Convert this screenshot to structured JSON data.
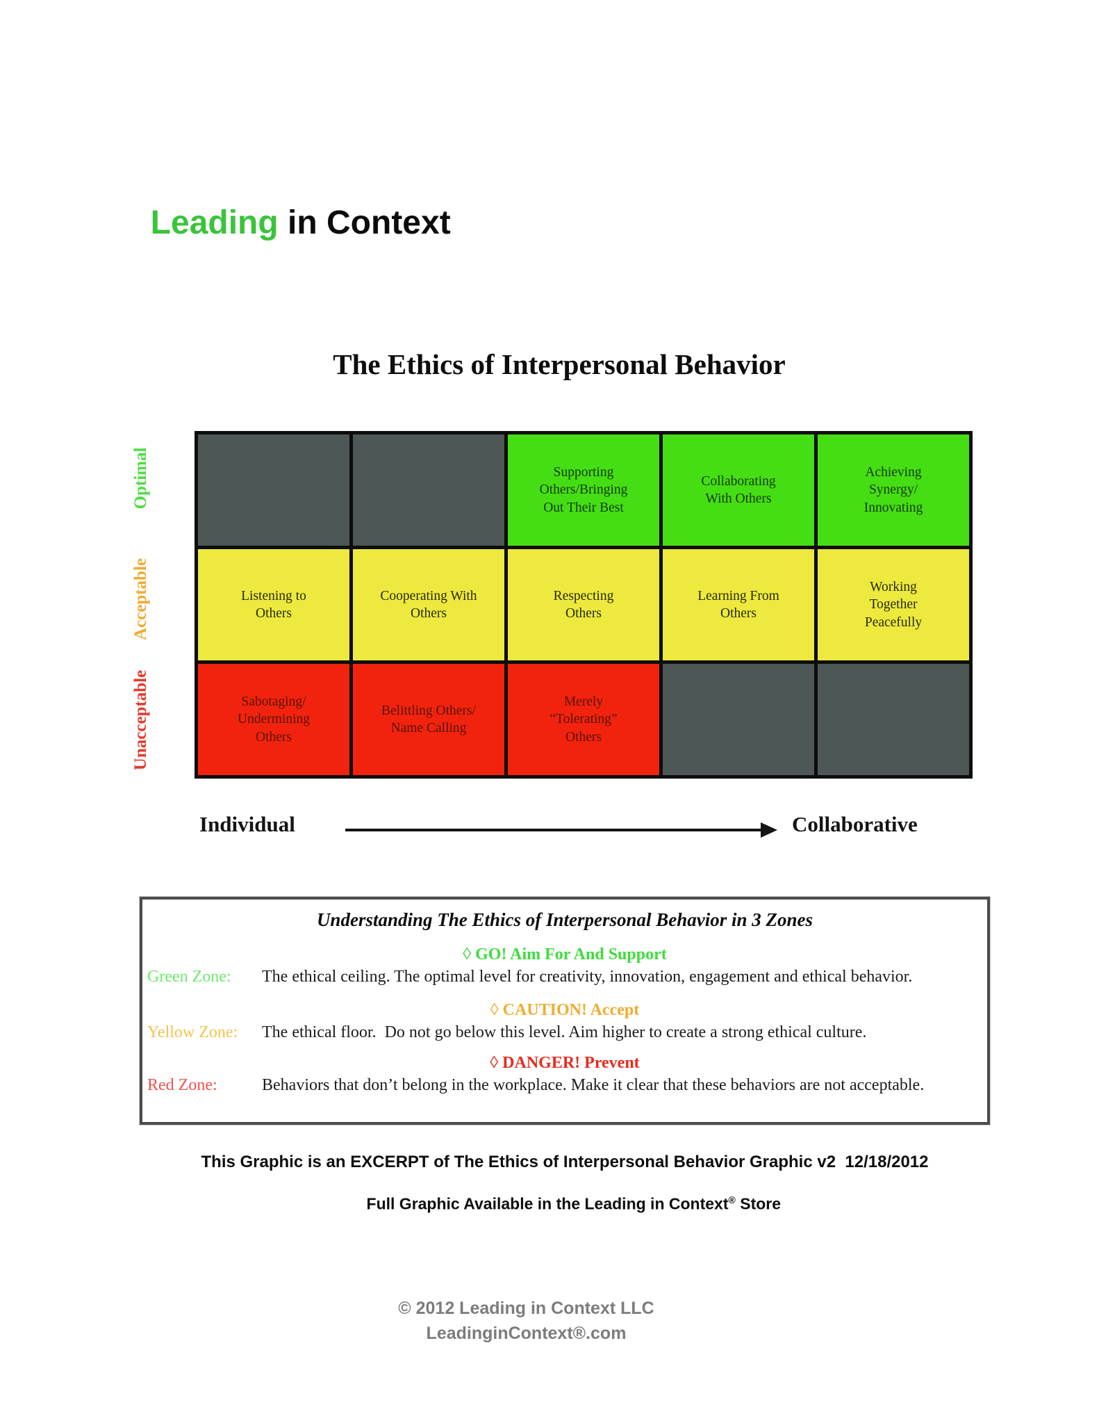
{
  "logo": {
    "part1": "Leading",
    "part2": " in Context"
  },
  "title": "The Ethics of Interpersonal Behavior",
  "y_axis": {
    "optimal": {
      "text": "Optimal",
      "color": "#4fdd44"
    },
    "acceptable": {
      "text": "Acceptable",
      "color": "#f0ab33"
    },
    "unacceptable": {
      "text": "Unacceptable",
      "color": "#e53a2d"
    }
  },
  "x_axis": {
    "left": "Individual",
    "right": "Collaborative"
  },
  "grid": {
    "columns": 5,
    "zone_colors": {
      "optimal": "#45de14",
      "acceptable": "#ede93e",
      "unacceptable": "#f2230e",
      "empty": "#4d5756"
    },
    "rows": [
      {
        "zone": "optimal",
        "cells": [
          {
            "text": ""
          },
          {
            "text": ""
          },
          {
            "text": "Supporting\nOthers/Bringing\nOut Their Best"
          },
          {
            "text": "Collaborating\nWith Others"
          },
          {
            "text": "Achieving\nSynergy/\nInnovating"
          }
        ]
      },
      {
        "zone": "acceptable",
        "cells": [
          {
            "text": "Listening to\nOthers"
          },
          {
            "text": "Cooperating With\nOthers"
          },
          {
            "text": "Respecting\nOthers"
          },
          {
            "text": "Learning From\nOthers"
          },
          {
            "text": "Working\nTogether\nPeacefully"
          }
        ]
      },
      {
        "zone": "unacceptable",
        "cells": [
          {
            "text": "Sabotaging/\nUndermining\nOthers"
          },
          {
            "text": "Belittling Others/\nName Calling"
          },
          {
            "text": "Merely\n“Tolerating”\nOthers"
          },
          {
            "text": ""
          },
          {
            "text": ""
          }
        ]
      }
    ]
  },
  "legend": {
    "title": "Understanding The Ethics of Interpersonal Behavior in 3 Zones",
    "zones": [
      {
        "heading": "◊ GO! Aim For And Support",
        "heading_color": "#3edc3e",
        "label": "Green Zone:",
        "label_color": "#6ee96e",
        "description": "The ethical ceiling. The optimal level for creativity, innovation, engagement and ethical behavior."
      },
      {
        "heading": "◊ CAUTION! Accept",
        "heading_color": "#efad2e",
        "label": "Yellow Zone:",
        "label_color": "#f4c34c",
        "description": "The ethical floor.  Do not go below this level. Aim higher to create a strong ethical culture."
      },
      {
        "heading": "◊ DANGER! Prevent",
        "heading_color": "#e62b1e",
        "label": "Red Zone:",
        "label_color": "#f25149",
        "description": "Behaviors that don’t belong in the workplace. Make it clear that these behaviors are not acceptable."
      }
    ]
  },
  "footer": {
    "line1": "This Graphic is an EXCERPT of The Ethics of Interpersonal Behavior Graphic v2  12/18/2012",
    "line2_pre": "Full Graphic Available in the Leading in Context",
    "line2_sup": "®",
    "line2_post": " Store"
  },
  "copyright": {
    "line1": "© 2012 Leading in Context LLC",
    "line2": "LeadinginContext®.com"
  },
  "colors": {
    "logo_green": "#3cc33c",
    "matrix_border": "#0d0d0d",
    "legend_border": "#4c4c4c",
    "copyright_gray": "#7c7c7c"
  }
}
